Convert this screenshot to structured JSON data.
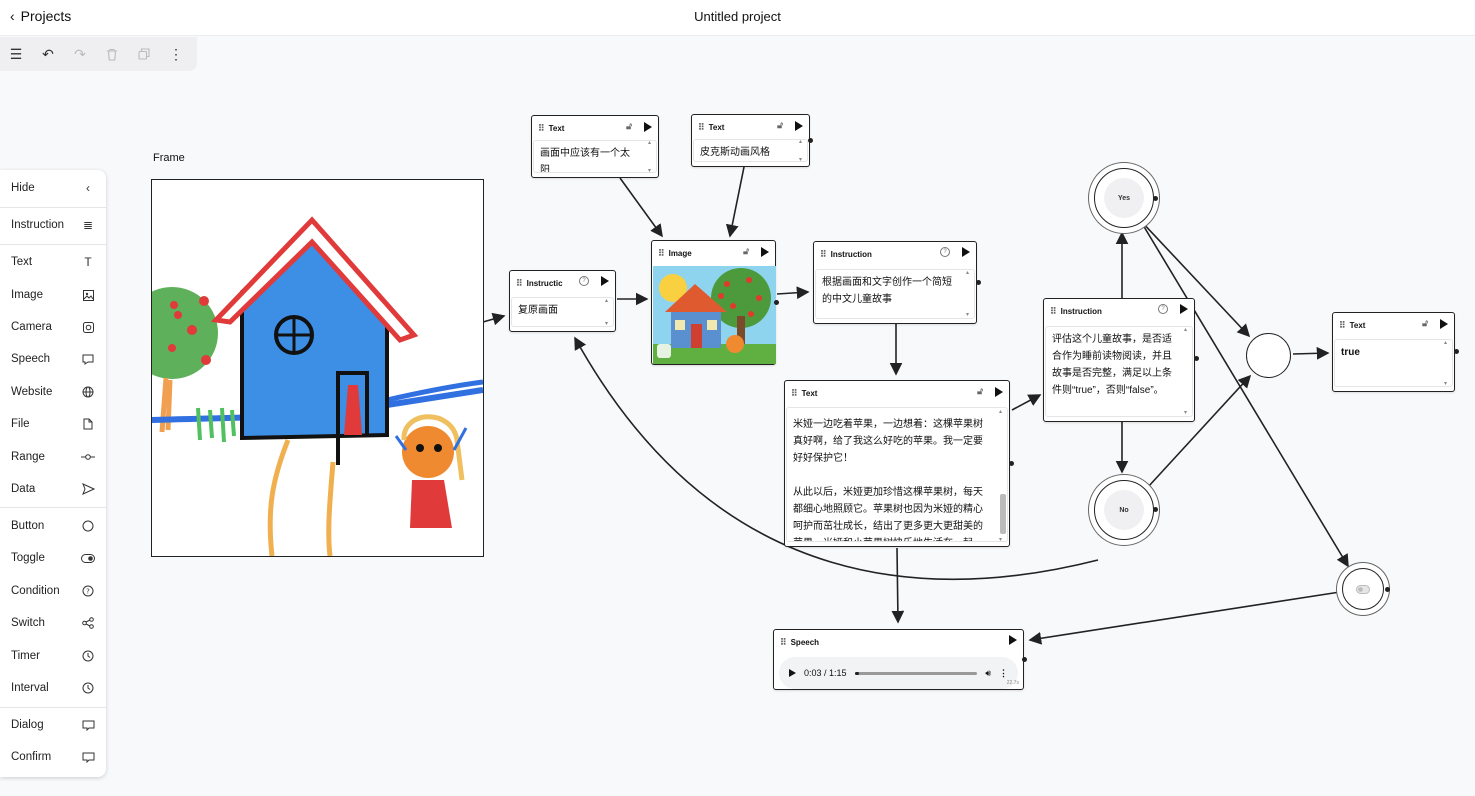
{
  "header": {
    "back_label": "Projects",
    "title": "Untitled project"
  },
  "palette": {
    "items": [
      {
        "label": "Hide",
        "icon": "chevron-left-icon"
      },
      {
        "label": "Instruction",
        "icon": "list-icon"
      },
      {
        "label": "Text",
        "icon": "text-icon"
      },
      {
        "label": "Image",
        "icon": "image-icon"
      },
      {
        "label": "Camera",
        "icon": "camera-icon"
      },
      {
        "label": "Speech",
        "icon": "speech-bubble-icon"
      },
      {
        "label": "Website",
        "icon": "globe-icon"
      },
      {
        "label": "File",
        "icon": "file-icon"
      },
      {
        "label": "Range",
        "icon": "slider-icon"
      },
      {
        "label": "Data",
        "icon": "send-icon"
      },
      {
        "label": "Button",
        "icon": "circle-icon"
      },
      {
        "label": "Toggle",
        "icon": "toggle-icon"
      },
      {
        "label": "Condition",
        "icon": "question-icon"
      },
      {
        "label": "Switch",
        "icon": "share-icon"
      },
      {
        "label": "Timer",
        "icon": "clock-icon"
      },
      {
        "label": "Interval",
        "icon": "clock-icon"
      },
      {
        "label": "Dialog",
        "icon": "dialog-icon"
      },
      {
        "label": "Confirm",
        "icon": "dialog-icon"
      }
    ]
  },
  "frame": {
    "label": "Frame"
  },
  "nodes": {
    "text1": {
      "type": "Text",
      "content": "画面中应该有一个太阳"
    },
    "text2": {
      "type": "Text",
      "content": "皮克斯动画风格"
    },
    "instr1": {
      "type": "Instructic",
      "content": "复原画面"
    },
    "image": {
      "type": "Image"
    },
    "instr2": {
      "type": "Instruction",
      "content": "根据画面和文字创作一个简短的中文儿童故事"
    },
    "story": {
      "type": "Text",
      "content": "米娅一边吃着苹果，一边想着：这棵苹果树真好啊，给了我这么好吃的苹果。我一定要好好保护它！\n\n从此以后，米娅更加珍惜这棵苹果树，每天都细心地照顾它。苹果树也因为米娅的精心呵护而茁壮成长，结出了更多更大更甜美的苹果。米娅和小苹果树快乐地生活在一起。"
    },
    "instr3": {
      "type": "Instruction",
      "content": "评估这个儿童故事，是否适合作为睡前读物阅读，并且故事是否完整，满足以上条件则“true”，否则“false”。"
    },
    "result": {
      "type": "Text",
      "content": "true"
    },
    "speech": {
      "type": "Speech",
      "time": "0:03 / 1:15",
      "progress": 0.04,
      "size": "22.7s"
    },
    "yes": {
      "label": "Yes"
    },
    "no": {
      "label": "No"
    }
  }
}
